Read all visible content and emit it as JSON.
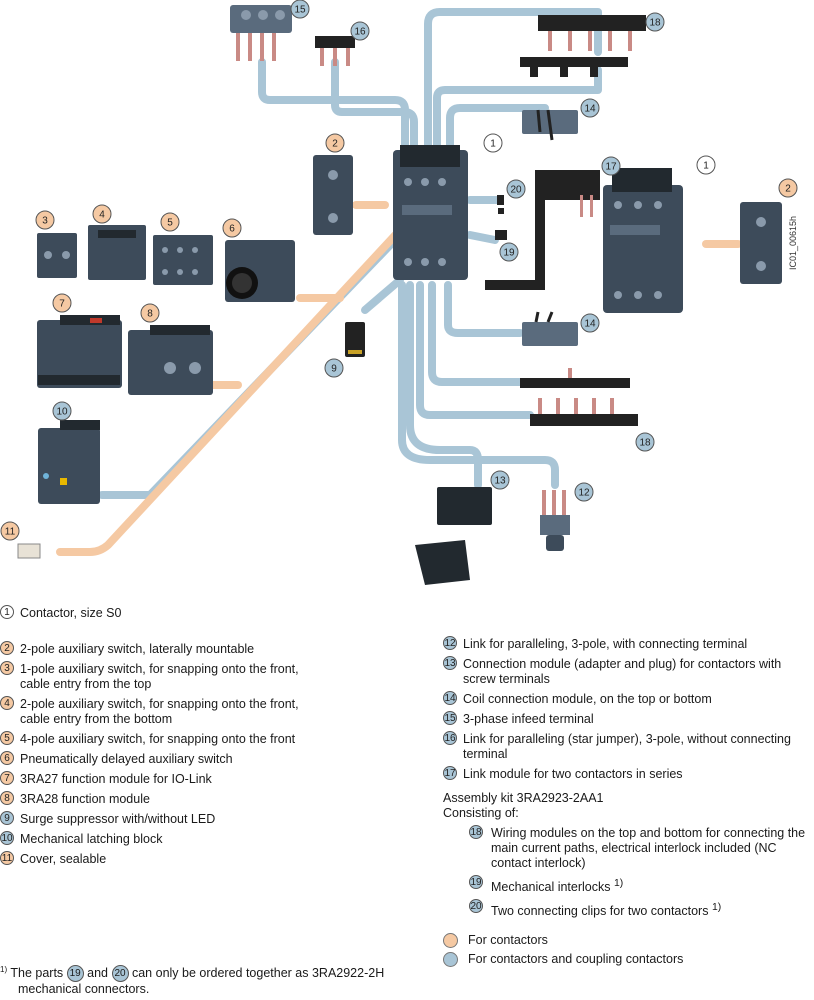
{
  "diagram": {
    "corner_code": "IC01_00615h",
    "callouts": [
      {
        "num": "1",
        "kind": "w"
      },
      {
        "num": "2",
        "kind": "o"
      },
      {
        "num": "3",
        "kind": "o"
      },
      {
        "num": "4",
        "kind": "o"
      },
      {
        "num": "5",
        "kind": "o"
      },
      {
        "num": "6",
        "kind": "o"
      },
      {
        "num": "7",
        "kind": "o"
      },
      {
        "num": "8",
        "kind": "o"
      },
      {
        "num": "9",
        "kind": "b"
      },
      {
        "num": "10",
        "kind": "b"
      },
      {
        "num": "11",
        "kind": "o"
      },
      {
        "num": "12",
        "kind": "b"
      },
      {
        "num": "13",
        "kind": "b"
      },
      {
        "num": "14",
        "kind": "b"
      },
      {
        "num": "15",
        "kind": "b"
      },
      {
        "num": "16",
        "kind": "b"
      },
      {
        "num": "17",
        "kind": "b"
      },
      {
        "num": "18",
        "kind": "b"
      },
      {
        "num": "19",
        "kind": "b"
      },
      {
        "num": "20",
        "kind": "b"
      }
    ],
    "colors": {
      "orange": "#f5c9a3",
      "blue": "#a9c5d6",
      "device": "#3d4b5a",
      "device_dark": "#22292f",
      "terminal": "#c98a85"
    }
  },
  "legend_left": [
    {
      "num": "1",
      "label": "Contactor, size S0"
    },
    {
      "num": "2",
      "label": "2-pole auxiliary switch, laterally mountable"
    },
    {
      "num": "3",
      "label": "1-pole auxiliary switch, for snapping onto the front, cable entry from the top"
    },
    {
      "num": "4",
      "label": "2-pole auxiliary switch, for snapping onto the front, cable entry from the bottom"
    },
    {
      "num": "5",
      "label": "4-pole auxiliary switch, for snapping onto the front"
    },
    {
      "num": "6",
      "label": "Pneumatically delayed auxiliary switch"
    },
    {
      "num": "7",
      "label": "3RA27 function module for IO-Link"
    },
    {
      "num": "8",
      "label": "3RA28 function module"
    },
    {
      "num": "9",
      "label": "Surge suppressor with/without LED"
    },
    {
      "num": "10",
      "label": "Mechanical latching block"
    },
    {
      "num": "11",
      "label": "Cover, sealable"
    }
  ],
  "legend_right": [
    {
      "num": "12",
      "label": "Link for paralleling, 3-pole, with connecting terminal"
    },
    {
      "num": "13",
      "label": "Connection module (adapter and plug) for contactors with screw terminals"
    },
    {
      "num": "14",
      "label": "Coil connection module, on the top or bottom"
    },
    {
      "num": "15",
      "label": "3-phase infeed terminal"
    },
    {
      "num": "16",
      "label": "Link for paralleling (star jumper), 3-pole, without connecting terminal"
    },
    {
      "num": "17",
      "label": "Link module for two contactors in series"
    }
  ],
  "assembly": {
    "title": "Assembly kit 3RA2923-2AA1",
    "subtitle": "Consisting of:",
    "items": [
      {
        "num": "18",
        "label": "Wiring modules on the top and bottom for connecting the main current paths, electrical interlock included (NC contact interlock)"
      },
      {
        "num": "19",
        "label": "Mechanical interlocks",
        "sup": "1)"
      },
      {
        "num": "20",
        "label": "Two connecting clips for two contactors",
        "sup": "1)"
      }
    ]
  },
  "color_key": {
    "orange_label": "For contactors",
    "blue_label": "For contactors and coupling contactors"
  },
  "footnote": {
    "mark": "1)",
    "part_a": "The parts",
    "ref1": "19",
    "mid": "and",
    "ref2": "20",
    "line1_end": "can only be ordered together as 3RA2922-2H",
    "line2": "mechanical connectors."
  }
}
